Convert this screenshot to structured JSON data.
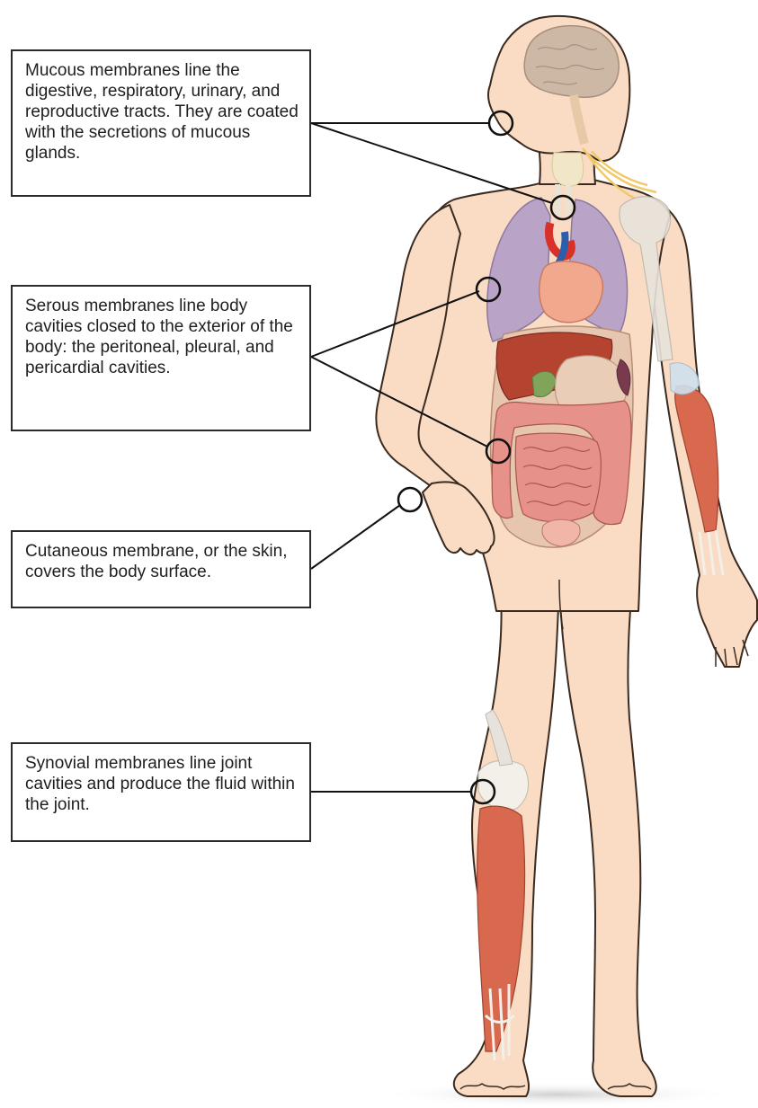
{
  "labels": {
    "mucous": "Mucous membranes line the digestive, respiratory, urinary, and reproductive tracts. They are coated with the secretions of mucous glands.",
    "serous": "Serous membranes line body cavities closed to the exterior of the body: the peritoneal, pleural, and pericardial cavities.",
    "cutaneous": "Cutaneous membrane, or the skin, covers the body surface.",
    "synovial": "Synovial membranes line joint cavities and produce the fluid within the joint."
  },
  "colors": {
    "skin": "#f9dcc3",
    "skin_outline": "#3a2a20",
    "lung": "#b9a3c6",
    "heart": "#f2a88d",
    "liver": "#b4432f",
    "stomach": "#e9cdb6",
    "intestine": "#e6918a",
    "muscle": "#d9694e",
    "tendon": "#f3efe9",
    "brain": "#cdb8a6",
    "nerve": "#f2c86a",
    "leader_line": "#111111"
  }
}
